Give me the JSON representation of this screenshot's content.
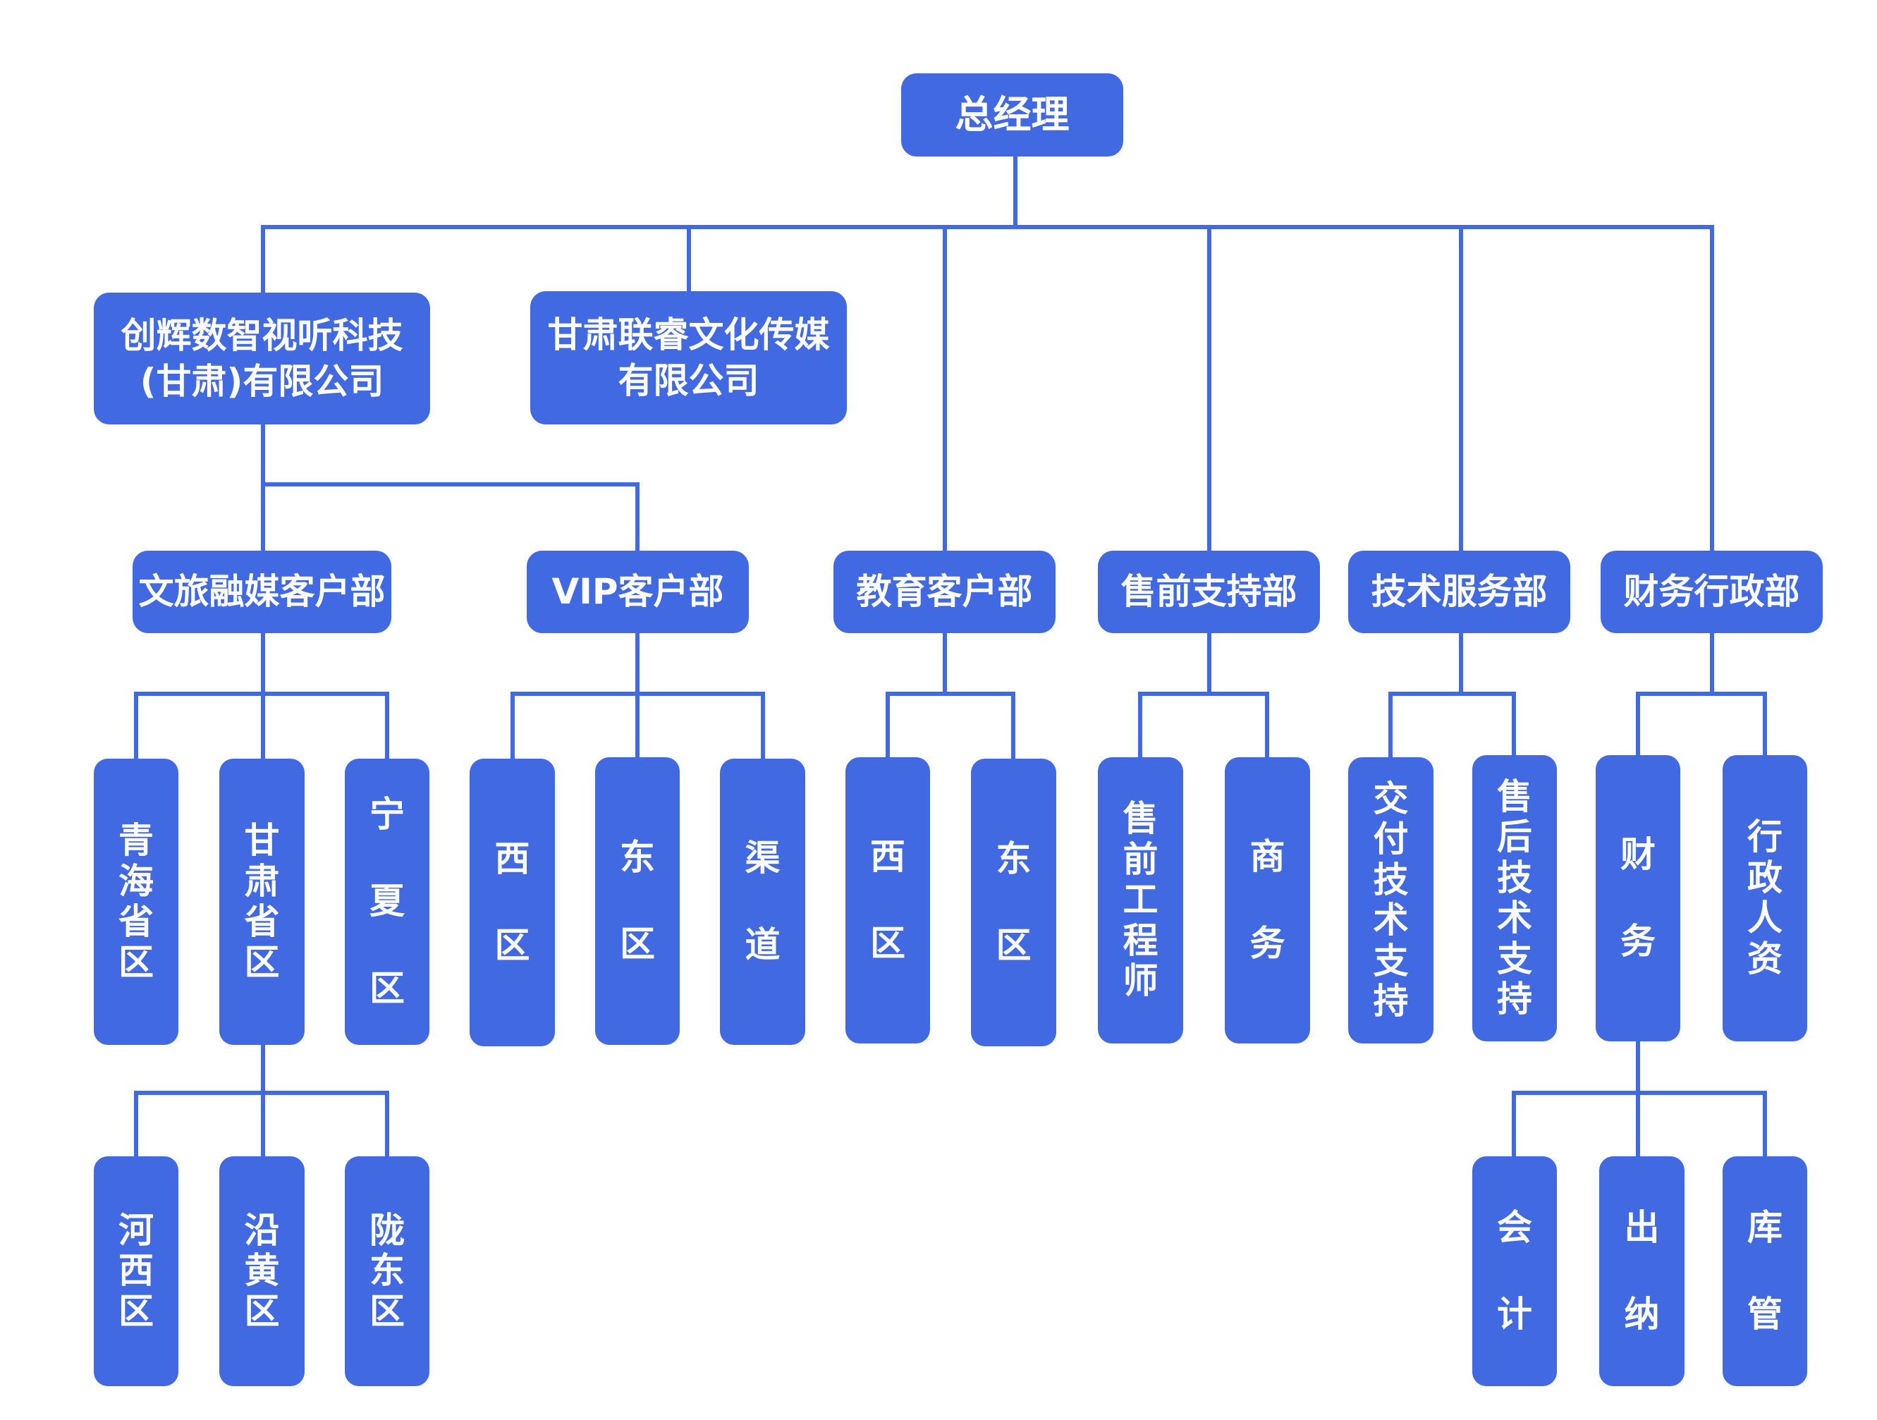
{
  "colors": {
    "box": "#4169e1",
    "line": "#4169e1",
    "text": "#ffffff"
  },
  "root": {
    "label": "总经理"
  },
  "companies": [
    {
      "line1": "创辉数智视听科技",
      "line2": "(甘肃)有限公司"
    },
    {
      "line1": "甘肃联睿文化传媒",
      "line2": "有限公司"
    }
  ],
  "departments": [
    {
      "label": "文旅融媒客户部"
    },
    {
      "label": "VIP客户部"
    },
    {
      "label": "教育客户部"
    },
    {
      "label": "售前支持部"
    },
    {
      "label": "技术服务部"
    },
    {
      "label": "财务行政部"
    }
  ],
  "teams": [
    {
      "label": "青海省区"
    },
    {
      "label": "甘肃省区"
    },
    {
      "label": "宁夏区"
    },
    {
      "label": "西区"
    },
    {
      "label": "东区"
    },
    {
      "label": "渠道"
    },
    {
      "label": "西区"
    },
    {
      "label": "东区"
    },
    {
      "label": "售前工程师"
    },
    {
      "label": "商务"
    },
    {
      "label": "交付技术支持"
    },
    {
      "label": "售后技术支持"
    },
    {
      "label": "财务"
    },
    {
      "label": "行政人资"
    }
  ],
  "subteams": [
    {
      "label": "河西区"
    },
    {
      "label": "沿黄区"
    },
    {
      "label": "陇东区"
    },
    {
      "label": "会计"
    },
    {
      "label": "出纳"
    },
    {
      "label": "库管"
    }
  ]
}
